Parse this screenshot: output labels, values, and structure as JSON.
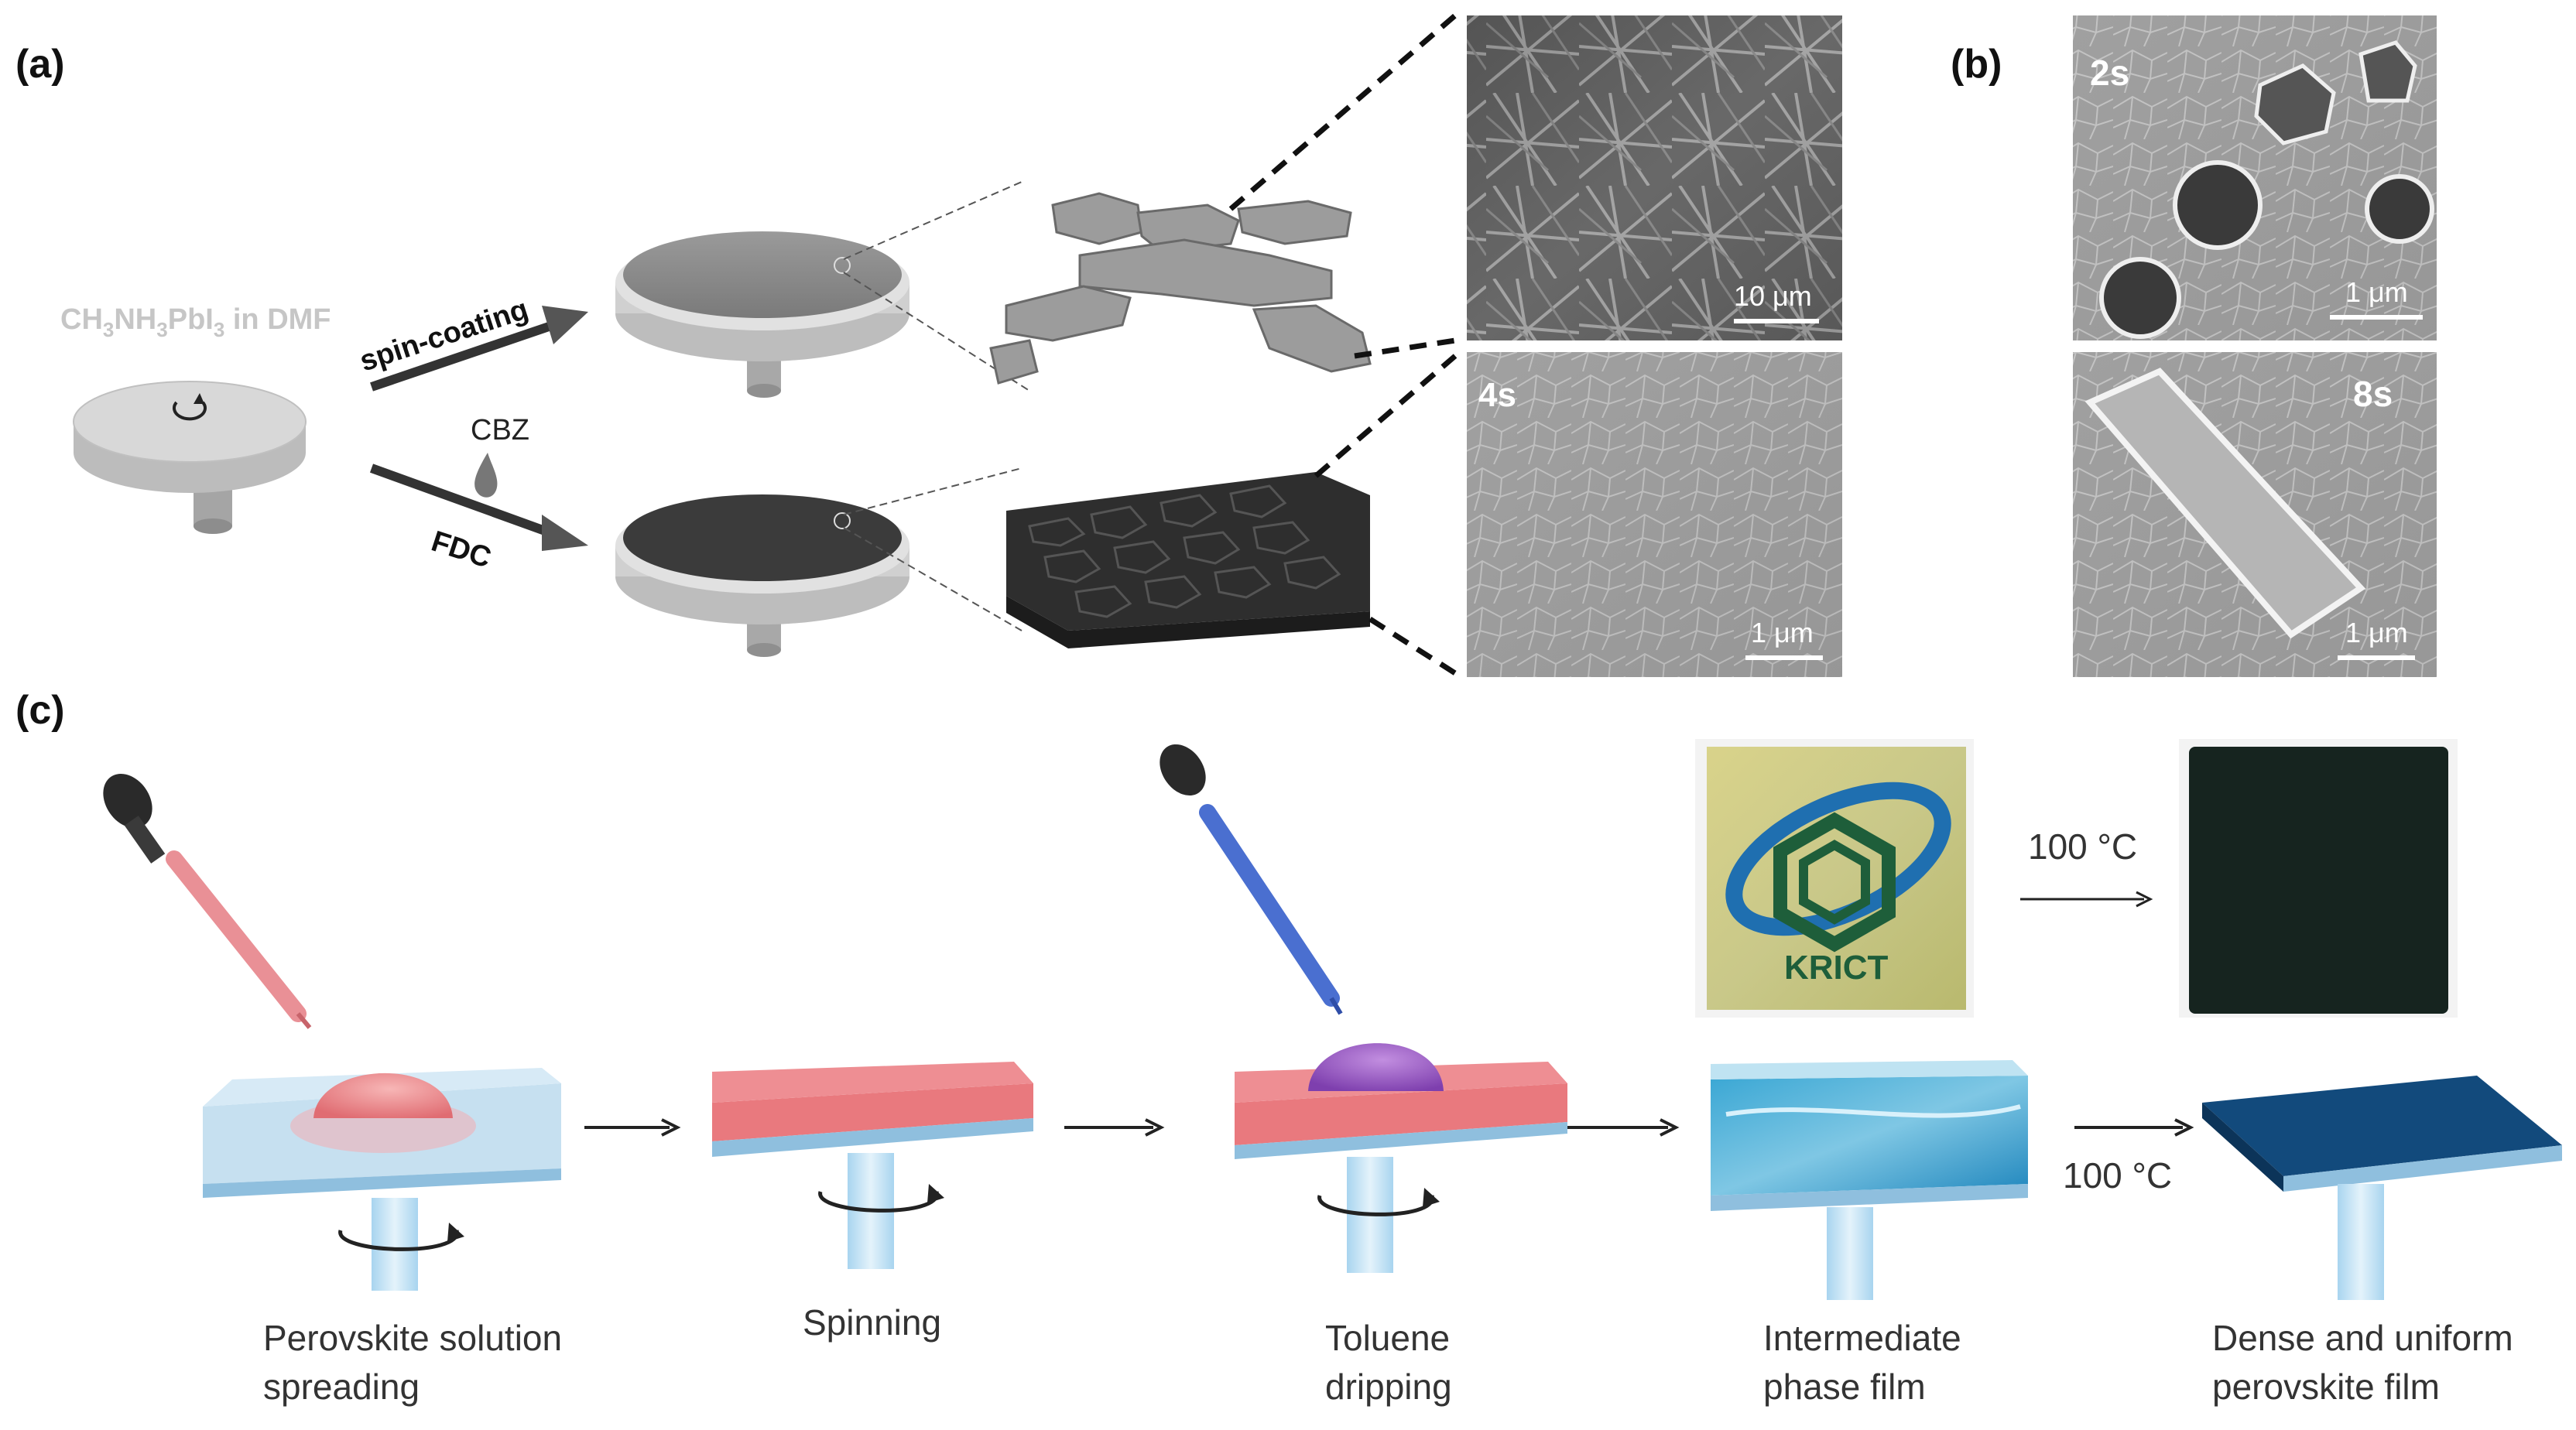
{
  "panels": {
    "a": {
      "label": "(a)"
    },
    "b": {
      "label": "(b)"
    },
    "c": {
      "label": "(c)"
    }
  },
  "panel_a": {
    "solution_label_main": "CH",
    "solution_sub1": "3",
    "solution_mid": "NH",
    "solution_sub2": "3",
    "solution_pb": "PbI",
    "solution_sub3": "3",
    "solution_tail": " in DMF",
    "spin_coating_label": "spin-coating",
    "cbz_label": "CBZ",
    "fdc_label": "FDC",
    "sem_top_scale": "10 μm",
    "sem_bottom_time": "4s",
    "sem_bottom_scale": "1 μm"
  },
  "panel_b": {
    "sem_top_time": "2s",
    "sem_top_scale": "1 μm",
    "sem_bottom_time": "8s",
    "sem_bottom_scale": "1 μm"
  },
  "panel_c": {
    "logo_text": "KRICT",
    "temp_label_top": "100 °C",
    "temp_label_bottom": "100 °C",
    "steps": [
      {
        "line1": "Perovskite solution",
        "line2": "spreading"
      },
      {
        "line1": "Spinning",
        "line2": ""
      },
      {
        "line1": "Toluene",
        "line2": "dripping"
      },
      {
        "line1": "Intermediate",
        "line2": "phase film"
      },
      {
        "line1": "Dense and uniform",
        "line2": "perovskite film"
      }
    ]
  },
  "colors": {
    "substrate_light": "#c6e0f0",
    "film_pink": "#e9797e",
    "film_dark_blue": "#124a7c",
    "drop_purple": "#9b59c6"
  }
}
